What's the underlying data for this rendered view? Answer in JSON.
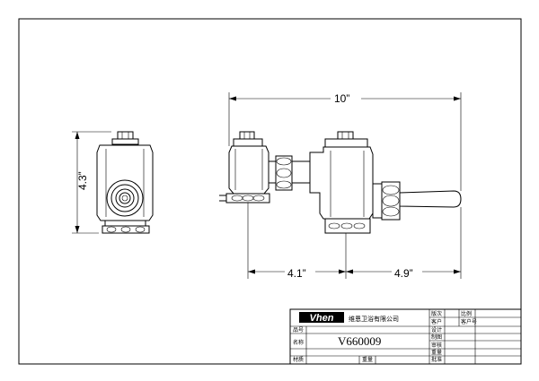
{
  "dimensions": {
    "overall_width": "10”",
    "height": "4.3”",
    "left_offset": "4.1”",
    "right_offset": "4.9”"
  },
  "title_block": {
    "brand": "Vhen",
    "company": "维恩卫浴有限公司",
    "model": "V660009",
    "labels": {
      "version": "版次",
      "scale": "比例",
      "customer": "客户",
      "customer_no": "客户号",
      "item_no": "品号",
      "design": "设计",
      "name": "名称",
      "drafting": "制图",
      "review": "审核",
      "material": "材质",
      "weight": "重量",
      "approve": "批准"
    }
  }
}
